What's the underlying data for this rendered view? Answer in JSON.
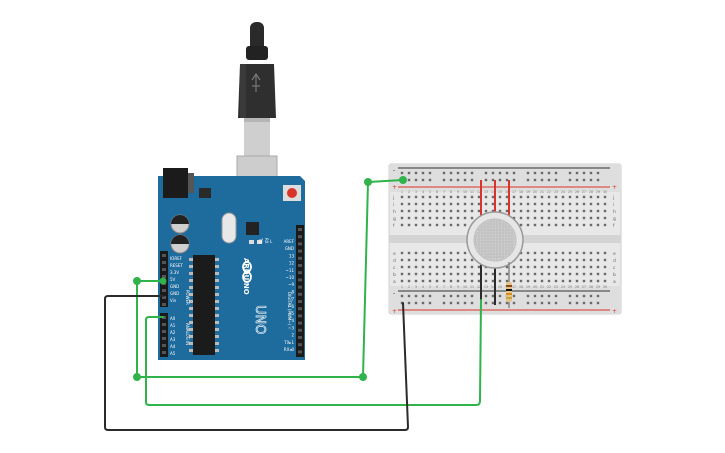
{
  "board": {
    "brand": "ARDUINO",
    "model": "UNO",
    "power_label": "POWER",
    "analog_label": "ANALOG IN",
    "digital_label": "DIGITAL (PWM~)",
    "tx_label": "TX",
    "rx_label": "RX",
    "l_label": "L",
    "power_pins": [
      "IOREF",
      "RESET",
      "3.3V",
      "5V",
      "GND",
      "GND",
      "Vin"
    ],
    "analog_pins": [
      "A0",
      "A1",
      "A2",
      "A3",
      "A4",
      "A5"
    ],
    "digital_pins": [
      "AREF",
      "GND",
      "13",
      "12",
      "~11",
      "~10",
      "~9",
      "8",
      "7",
      "~6",
      "~5",
      "4",
      "~3",
      "2",
      "TX▸1",
      "RX◂0"
    ]
  },
  "breadboard": {
    "row_letters_top": [
      "j",
      "i",
      "h",
      "g",
      "f"
    ],
    "row_letters_bottom": [
      "e",
      "d",
      "c",
      "b",
      "a"
    ],
    "column_numbers": [
      "1",
      "2",
      "3",
      "4",
      "5",
      "6",
      "7",
      "8",
      "9",
      "10",
      "11",
      "12",
      "13",
      "14",
      "15",
      "16",
      "17",
      "18",
      "19",
      "20",
      "21",
      "22",
      "23",
      "24",
      "25",
      "26",
      "27",
      "28",
      "29",
      "30"
    ],
    "rail_plus": "+",
    "rail_minus": "-"
  },
  "colors": {
    "board": "#1d6a9b",
    "wire_power": "#2fb34a",
    "wire_ground": "#2b2b2b",
    "breadboard": "#e6e6e6",
    "rail_red": "#d9342b",
    "rail_dark": "#333333"
  },
  "icons": [
    "usb-plug-icon",
    "gas-sensor-icon",
    "resistor-icon"
  ]
}
